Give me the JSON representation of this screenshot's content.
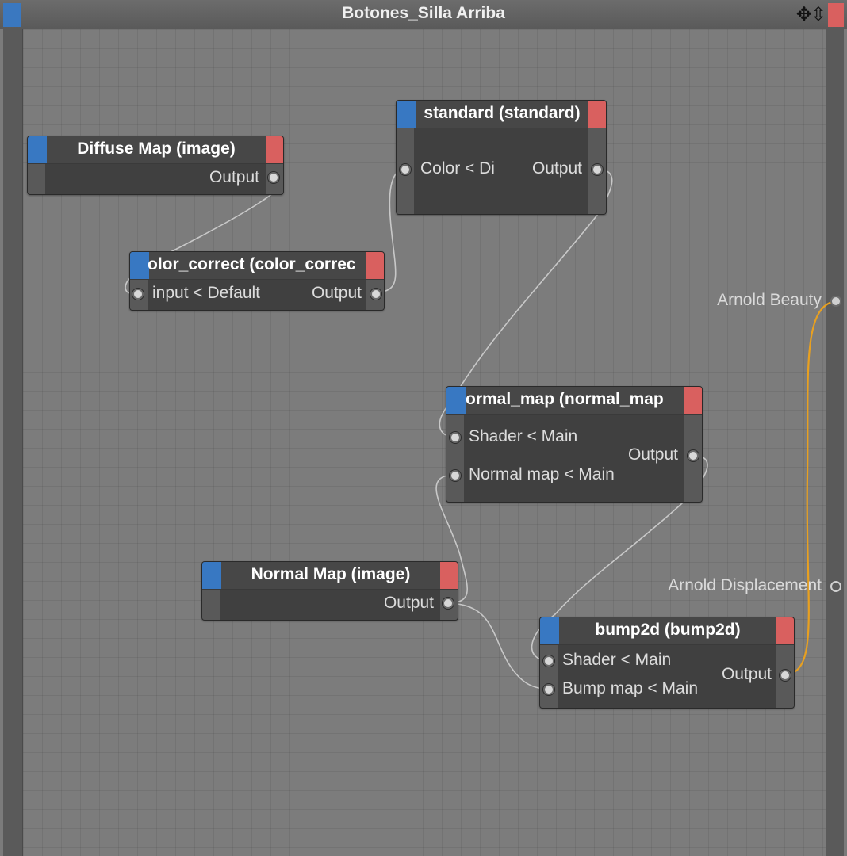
{
  "window": {
    "title": "Botones_Silla Arriba"
  },
  "nodes": {
    "diffuse_map": {
      "title": "Diffuse Map (image)",
      "output": "Output"
    },
    "color_correct": {
      "title": "olor_correct (color_correc",
      "input": "input < Default",
      "output": "Output"
    },
    "standard": {
      "title": "standard (standard)",
      "input": "Color < Di",
      "output": "Output"
    },
    "normal_map_node": {
      "title": "ormal_map (normal_map",
      "input1": "Shader < Main",
      "input2": "Normal map < Main",
      "output": "Output"
    },
    "normal_map_image": {
      "title": "Normal Map (image)",
      "output": "Output"
    },
    "bump2d": {
      "title": "bump2d (bump2d)",
      "input1": "Shader < Main",
      "input2": "Bump map < Main",
      "output": "Output"
    }
  },
  "outputs": {
    "beauty": "Arnold Beauty",
    "displacement": "Arnold Displacement"
  },
  "colors": {
    "wire": "#c8c8c8",
    "active_wire": "#e8a020",
    "node_blue": "#3878c2",
    "node_red": "#d9605f"
  }
}
